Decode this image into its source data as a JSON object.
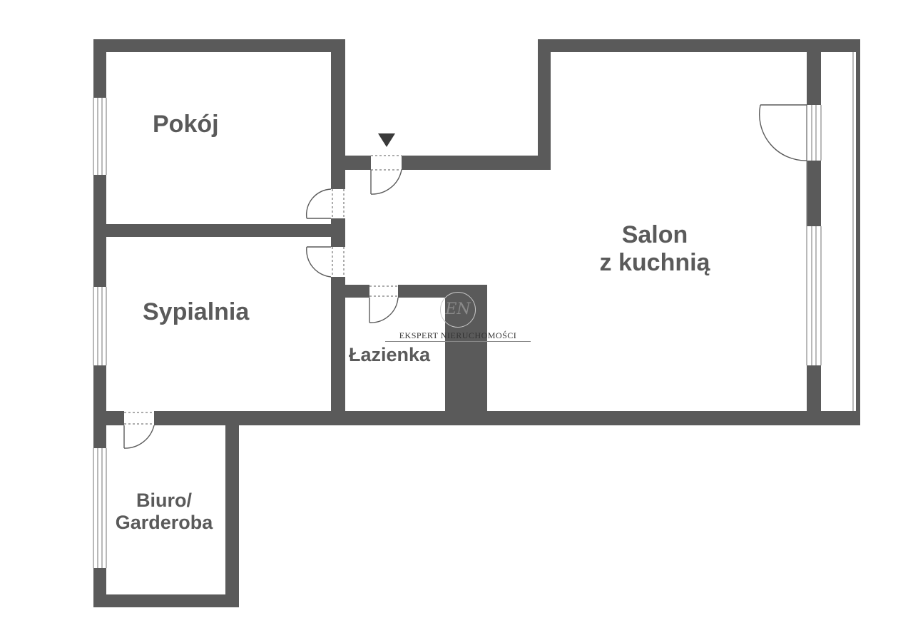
{
  "rooms": {
    "pokoj": "Pokój",
    "salon_line1": "Salon",
    "salon_line2": "z kuchnią",
    "sypialnia": "Sypialnia",
    "lazienka": "Łazienka",
    "biuro_line1": "Biuro/",
    "biuro_line2": "Garderoba"
  },
  "watermark": {
    "monogram": "EN",
    "text": "EKSPERT NIERUCHOMOŚCI"
  },
  "colors": {
    "wall": "#5a5a5a",
    "window_line": "#8a8a8a",
    "label": "#5a5a5a"
  }
}
